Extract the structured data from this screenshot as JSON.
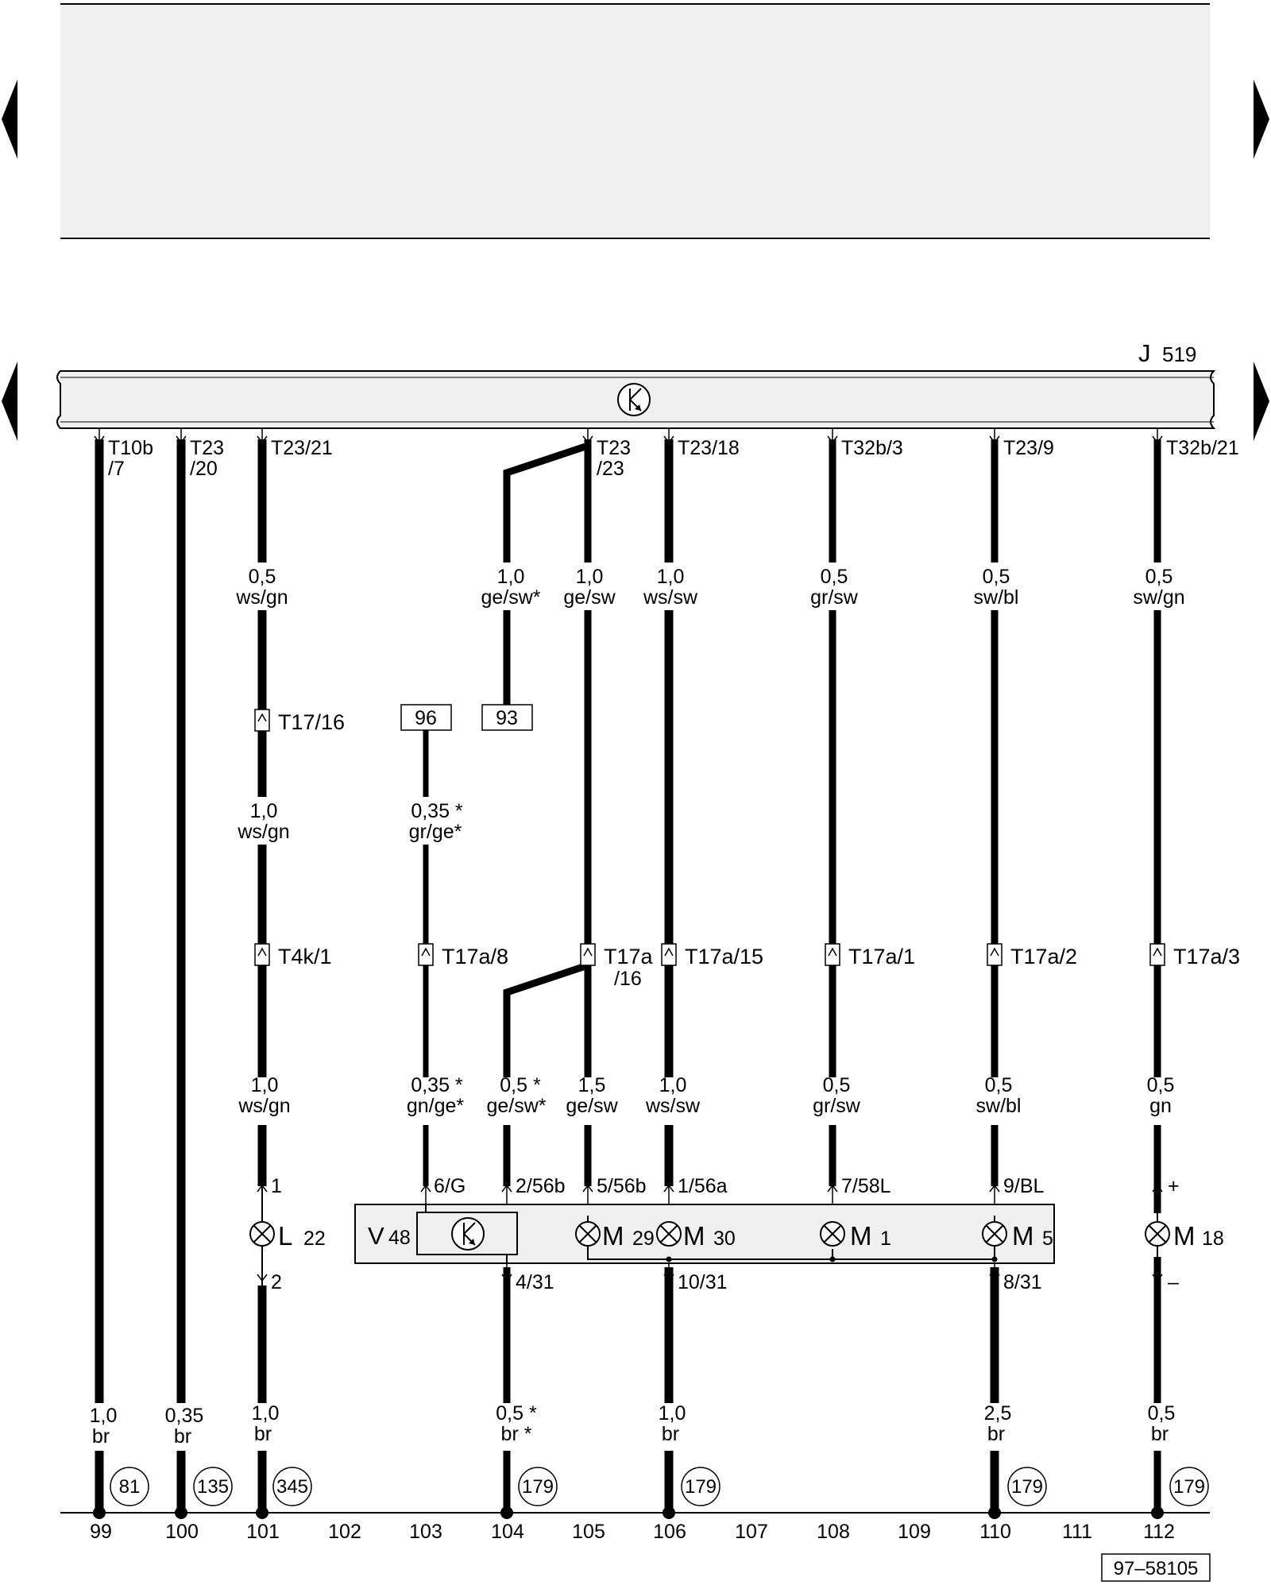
{
  "module": {
    "name": "J",
    "number": "519"
  },
  "figure_id": "97–58105",
  "pins": [
    {
      "l1": "T10b",
      "l2": "/7"
    },
    {
      "l1": "T23",
      "l2": "/20"
    },
    {
      "l1": "T23/21",
      "l2": ""
    },
    {
      "l1": "T23",
      "l2": "/23"
    },
    {
      "l1": "T23/18",
      "l2": ""
    },
    {
      "l1": "T32b/3",
      "l2": ""
    },
    {
      "l1": "T23/9",
      "l2": ""
    },
    {
      "l1": "T32b/21",
      "l2": ""
    }
  ],
  "wire_labels": [
    {
      "size": "0,5",
      "color": "ws/gn"
    },
    {
      "size": "1,0",
      "color": "ge/sw*"
    },
    {
      "size": "1,0",
      "color": "ge/sw"
    },
    {
      "size": "1,0",
      "color": "ws/sw"
    },
    {
      "size": "0,5",
      "color": "gr/sw"
    },
    {
      "size": "0,5",
      "color": "sw/bl"
    },
    {
      "size": "0,5",
      "color": "sw/gn"
    },
    {
      "size": "1,0",
      "color": "ws/gn"
    },
    {
      "size": "0,35 *",
      "color": "gr/ge*"
    },
    {
      "size": "1,0",
      "color": "ws/gn"
    },
    {
      "size": "0,35 *",
      "color": "gn/ge*"
    },
    {
      "size": "0,5 *",
      "color": "ge/sw*"
    },
    {
      "size": "1,5",
      "color": "ge/sw"
    },
    {
      "size": "1,0",
      "color": "ws/sw"
    },
    {
      "size": "0,5",
      "color": "gr/sw"
    },
    {
      "size": "0,5",
      "color": "sw/bl"
    },
    {
      "size": "0,5",
      "color": "gn"
    },
    {
      "size": "1,0",
      "color": "br"
    },
    {
      "size": "0,35",
      "color": "br"
    },
    {
      "size": "1,0",
      "color": "br"
    },
    {
      "size": "0,5 *",
      "color": "br *"
    },
    {
      "size": "1,0",
      "color": "br"
    },
    {
      "size": "2,5",
      "color": "br"
    },
    {
      "size": "0,5",
      "color": "br"
    }
  ],
  "refs": [
    "96",
    "93"
  ],
  "connectors": [
    {
      "l1": "T17/16",
      "l2": ""
    },
    {
      "l1": "T4k/1",
      "l2": ""
    },
    {
      "l1": "T17a/8",
      "l2": ""
    },
    {
      "l1": "T17a",
      "l2": "/16"
    },
    {
      "l1": "T17a/15",
      "l2": ""
    },
    {
      "l1": "T17a/1",
      "l2": ""
    },
    {
      "l1": "T17a/2",
      "l2": ""
    },
    {
      "l1": "T17a/3",
      "l2": ""
    }
  ],
  "terminals_top": [
    "1",
    "6/G",
    "2/56b",
    "5/56b",
    "1/56a",
    "7/58L",
    "9/BL",
    "+"
  ],
  "terminals_bottom": [
    "2",
    "4/31",
    "10/31",
    "8/31",
    "–"
  ],
  "components": [
    {
      "name": "L",
      "num": "22"
    },
    {
      "name": "V",
      "num": "48"
    },
    {
      "name": "M",
      "num": "29"
    },
    {
      "name": "M",
      "num": "30"
    },
    {
      "name": "M",
      "num": "1"
    },
    {
      "name": "M",
      "num": "5"
    },
    {
      "name": "M",
      "num": "18"
    }
  ],
  "grounds": [
    "81",
    "135",
    "345",
    "179",
    "179",
    "179",
    "179"
  ],
  "tracks": [
    "99",
    "100",
    "101",
    "102",
    "103",
    "104",
    "105",
    "106",
    "107",
    "108",
    "109",
    "110",
    "111",
    "112"
  ]
}
